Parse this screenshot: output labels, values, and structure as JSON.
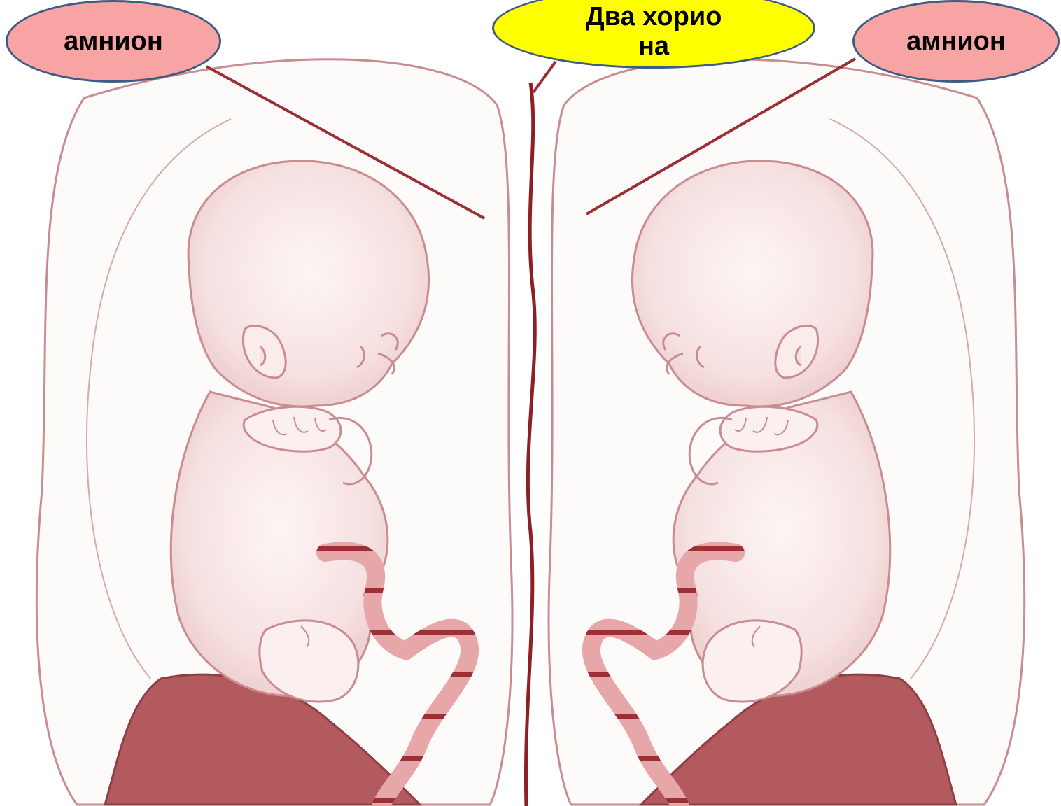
{
  "labels": {
    "left": "амнион",
    "center": "Два хориона",
    "right": "амнион"
  },
  "colors": {
    "amnion_fill": "#f8a4a4",
    "chorion_fill": "#ffff00",
    "callout_border": "#3f5b83",
    "leader_line": "#9c2f35",
    "embryo_outline": "#c98c90",
    "embryo_fill": "#f9ecec",
    "placenta": "#b35a5e",
    "septum": "#8d1f26"
  },
  "illustration": {
    "subject": "twin-embryos-dichorionic-diamniotic"
  }
}
